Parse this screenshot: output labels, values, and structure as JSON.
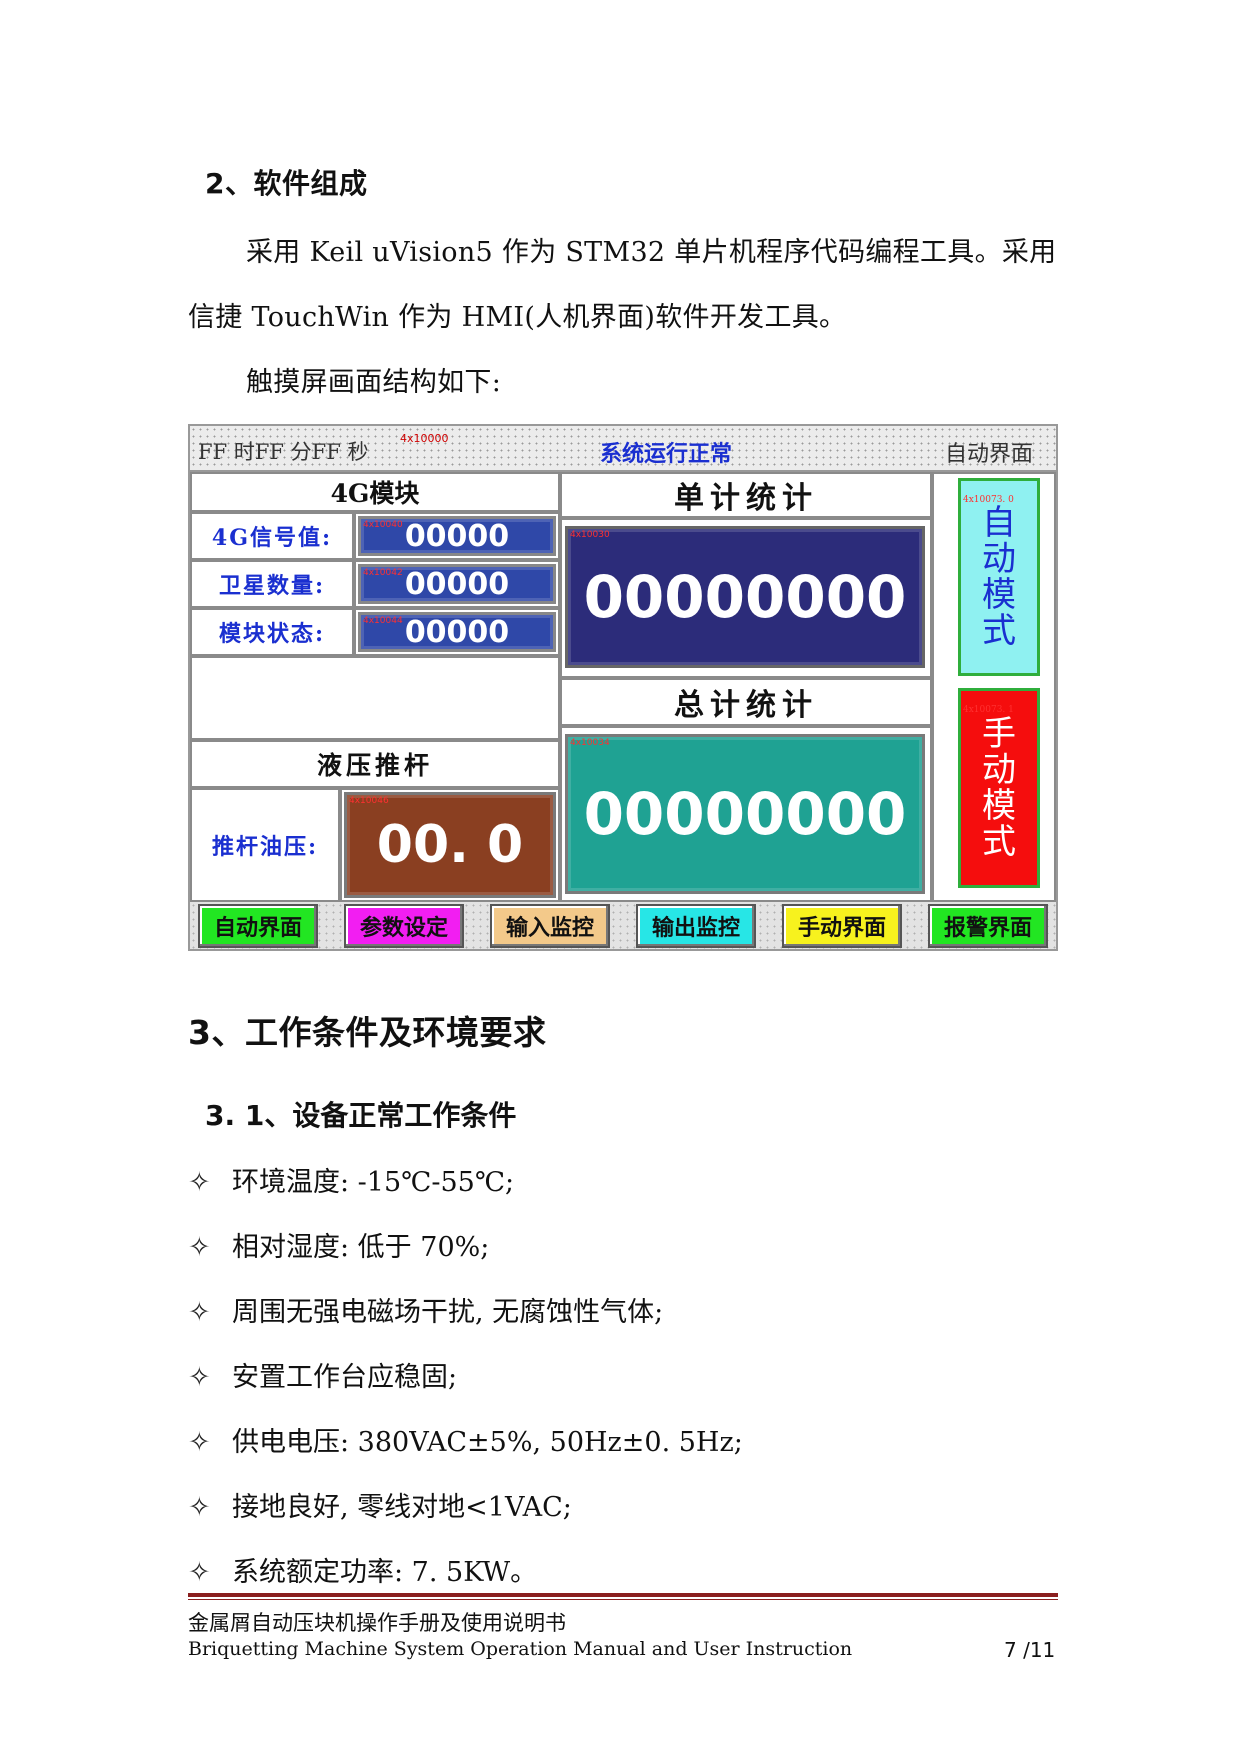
{
  "section2": {
    "heading": "2、软件组成",
    "para_line1": "采用 Keil uVision5 作为 STM32 单片机程序代码编程工具。采用",
    "para_line2": "信捷 TouchWin 作为 HMI(人机界面)软件开发工具。",
    "para_line3": "触摸屏画面结构如下:"
  },
  "hmi": {
    "topbar": {
      "time": "FF  时FF  分FF  秒",
      "addr": "4x10000",
      "status": "系统运行正常",
      "page": "自动界面"
    },
    "module": {
      "title": "4G模块",
      "rows": [
        {
          "label": "4G信号值:",
          "value": "00000",
          "addr": "4x10040"
        },
        {
          "label": "卫星数量:",
          "value": "00000",
          "addr": "4x10042"
        },
        {
          "label": "模块状态:",
          "value": "00000",
          "addr": "4x10044"
        }
      ]
    },
    "hydraulic": {
      "title": "液压推杆",
      "label": "推杆油压:",
      "value": "00. 0",
      "addr": "4x10046"
    },
    "single_count": {
      "title": "单计统计",
      "value": "00000000",
      "addr": "4x10030"
    },
    "total_count": {
      "title": "总计统计",
      "value": "00000000",
      "addr": "4x10034"
    },
    "auto_mode": {
      "addr": "4x10073. 0",
      "chars": [
        "自",
        "动",
        "模",
        "式"
      ]
    },
    "manual_mode": {
      "addr": "4x10073. 1",
      "chars": [
        "手",
        "动",
        "模",
        "式"
      ]
    },
    "nav_buttons": [
      {
        "label": "自动界面",
        "color": "#22e622"
      },
      {
        "label": "参数设定",
        "color": "#f21ef2"
      },
      {
        "label": "输入监控",
        "color": "#f3c98a"
      },
      {
        "label": "输出监控",
        "color": "#27e6e6"
      },
      {
        "label": "手动界面",
        "color": "#f7f21e"
      },
      {
        "label": "报警界面",
        "color": "#22e622"
      }
    ]
  },
  "section3": {
    "heading": "3、工作条件及环境要求",
    "sub_heading": "3. 1、设备正常工作条件",
    "bullet": "✧",
    "items": [
      "环境温度: -15℃-55℃;",
      "相对湿度: 低于 70%;",
      "周围无强电磁场干扰, 无腐蚀性气体;",
      "安置工作台应稳固;",
      "供电电压:  380VAC±5%, 50Hz±0. 5Hz;",
      "接地良好, 零线对地<1VAC;",
      "系统额定功率: 7. 5KW。"
    ]
  },
  "footer": {
    "title_cn": "金属屑自动压块机操作手册及使用说明书",
    "title_en": "Briquetting Machine System Operation Manual and User Instruction",
    "page": "7 /11"
  }
}
